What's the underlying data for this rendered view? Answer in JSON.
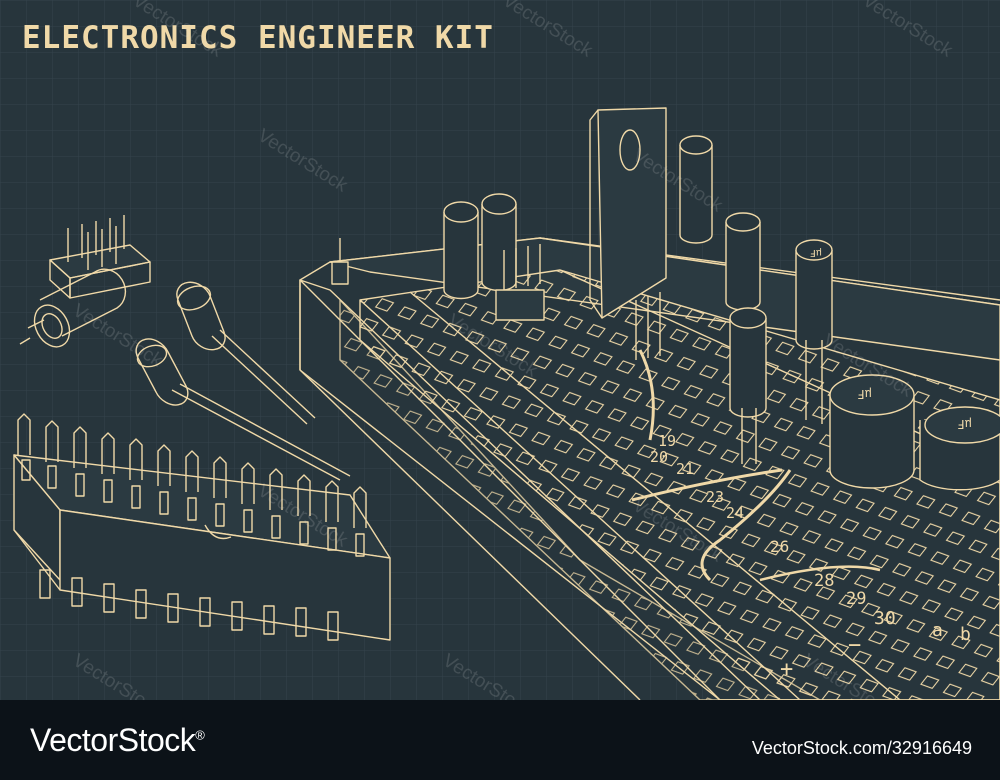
{
  "title": "ELECTRONICS ENGINEER KIT",
  "watermark": "VectorStock",
  "breadboard": {
    "row_numbers": [
      "19",
      "20",
      "21",
      "23",
      "24",
      "26",
      "28",
      "29",
      "30"
    ],
    "column_letters": [
      "a",
      "b"
    ],
    "rail_plus": "+",
    "rail_minus": "−",
    "capacitor_marks": [
      "µF",
      "µF",
      "µF"
    ]
  },
  "footer": {
    "brand": "VectorStock",
    "brand_mark": "®",
    "image_id": "VectorStock.com/32916649"
  },
  "colors": {
    "background": "#27353c",
    "grid": "#33434b",
    "line": "#f0d9a8",
    "footer": "#0c1218"
  }
}
